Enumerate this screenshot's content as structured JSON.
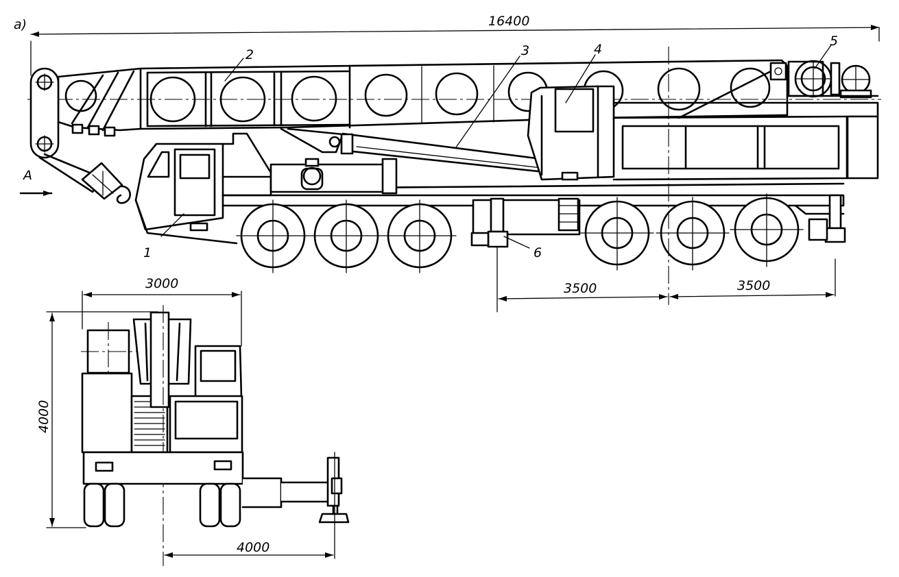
{
  "figure_label": "а)",
  "view_marker": "A",
  "dimensions": {
    "overall_length": "16400",
    "outrigger_base_front": "3500",
    "outrigger_base_rear": "3500",
    "body_width": "3000",
    "height": "4000",
    "outrigger_span": "4000"
  },
  "callouts": {
    "c1": "1",
    "c2": "2",
    "c3": "3",
    "c4": "4",
    "c5": "5",
    "c6": "6"
  }
}
